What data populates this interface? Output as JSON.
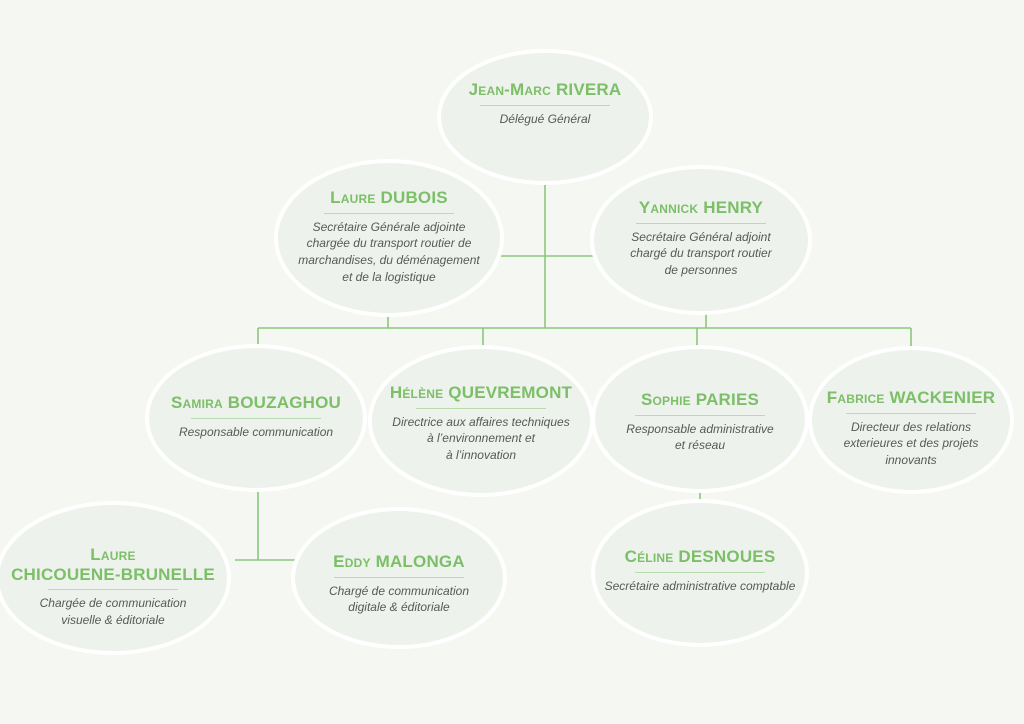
{
  "org": {
    "rivera": {
      "first": "Jean-Marc",
      "last": "RIVERA",
      "role": "Délégué Général"
    },
    "dubois": {
      "first": "Laure",
      "last": "DUBOIS",
      "role": "Secrétaire Générale adjointe\nchargée du transport routier de\nmarchandises, du déménagement\net de la logistique"
    },
    "henry": {
      "first": "Yannick",
      "last": "HENRY",
      "role": "Secrétaire Général adjoint\nchargé du transport routier\nde personnes"
    },
    "bouzaghou": {
      "first": "Samira",
      "last": "BOUZAGHOU",
      "role": "Responsable communication"
    },
    "quevremont": {
      "first": "Hélène",
      "last": "QUEVREMONT",
      "role": "Directrice aux affaires techniques\nà l’environnement et\nà l’innovation"
    },
    "paries": {
      "first": "Sophie",
      "last": "PARIES",
      "role": "Responsable administrative\net réseau"
    },
    "wackenier": {
      "first": "Fabrice",
      "last": "WACKENIER",
      "role": "Directeur des relations\nexterieures et des projets\ninnovants"
    },
    "chicouene": {
      "first": "Laure",
      "last": "CHICOUENE-BRUNELLE",
      "role": "Chargée de communication\nvisuelle & éditoriale"
    },
    "malonga": {
      "first": "Eddy",
      "last": "MALONGA",
      "role": "Chargé de communication\ndigitale & éditoriale"
    },
    "desnoues": {
      "first": "Céline",
      "last": "DESNOUES",
      "role": "Secrétaire administrative comptable"
    }
  },
  "colors": {
    "accent": "#7cbf68",
    "line": "#8cc77a",
    "bubble": "#edf2ec",
    "text": "#555a55"
  }
}
